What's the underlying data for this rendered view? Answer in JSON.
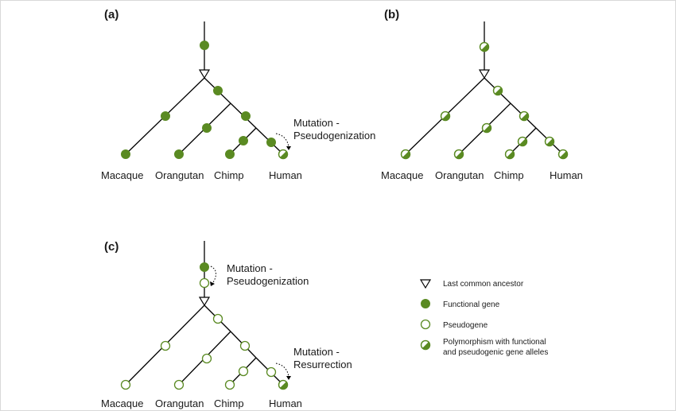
{
  "colors": {
    "functional": "#5a8a22",
    "stroke": "#5a8a22",
    "line": "#000000"
  },
  "panels": {
    "a": {
      "label": "(a)",
      "taxa": [
        "Macaque",
        "Orangutan",
        "Chimp",
        "Human"
      ],
      "annotation": {
        "line1": "Mutation -",
        "line2": "Pseudogenization"
      },
      "states": {
        "root_stem": "functional",
        "ancestor": "ancestor",
        "n1": "functional",
        "n2": "functional",
        "n3": "functional",
        "macaque_branch": "functional",
        "orangutan_branch": "functional",
        "chimp_branch": "functional",
        "human_branch": "functional",
        "macaque": "functional",
        "orangutan": "functional",
        "chimp": "functional",
        "human": "polymorphism"
      }
    },
    "b": {
      "label": "(b)",
      "taxa": [
        "Macaque",
        "Orangutan",
        "Chimp",
        "Human"
      ],
      "states": {
        "root_stem": "polymorphism",
        "ancestor": "ancestor",
        "n1": "polymorphism",
        "n2": "polymorphism",
        "n3": "polymorphism",
        "macaque_branch": "polymorphism",
        "orangutan_branch": "polymorphism",
        "chimp_branch": "polymorphism",
        "human_branch": "polymorphism",
        "macaque": "polymorphism",
        "orangutan": "polymorphism",
        "chimp": "polymorphism",
        "human": "polymorphism"
      }
    },
    "c": {
      "label": "(c)",
      "taxa": [
        "Macaque",
        "Orangutan",
        "Chimp",
        "Human"
      ],
      "annotation_top": {
        "line1": "Mutation -",
        "line2": "Pseudogenization"
      },
      "annotation_bottom": {
        "line1": "Mutation -",
        "line2": "Resurrection"
      },
      "states": {
        "root_stem_top": "functional",
        "root_stem": "pseudogene",
        "ancestor": "ancestor",
        "n1": "pseudogene",
        "n2": "pseudogene",
        "n3": "pseudogene",
        "macaque_branch": "pseudogene",
        "orangutan_branch": "pseudogene",
        "chimp_branch": "pseudogene",
        "human_branch": "pseudogene",
        "macaque": "pseudogene",
        "orangutan": "pseudogene",
        "chimp": "pseudogene",
        "human": "polymorphism"
      }
    }
  },
  "legend": {
    "items": [
      {
        "symbol": "ancestor",
        "label": "Last common ancestor"
      },
      {
        "symbol": "functional",
        "label": "Functional gene"
      },
      {
        "symbol": "pseudogene",
        "label": "Pseudogene"
      },
      {
        "symbol": "polymorphism",
        "label": "Polymorphism with functional",
        "label2": "and pseudogenic gene alleles"
      }
    ]
  }
}
